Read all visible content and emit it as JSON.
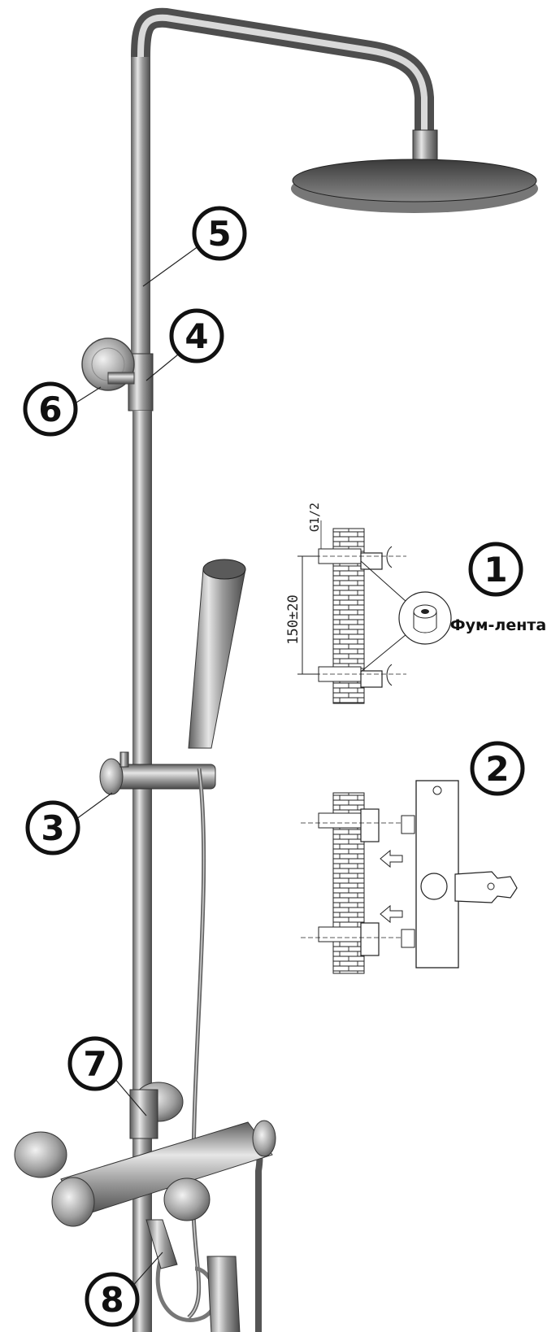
{
  "callouts": [
    {
      "label": "5",
      "part": "rod"
    },
    {
      "label": "4",
      "part": "rod-joint"
    },
    {
      "label": "6",
      "part": "wall-bracket"
    },
    {
      "label": "3",
      "part": "hand-shower-holder"
    },
    {
      "label": "7",
      "part": "rod-to-mixer-joint"
    },
    {
      "label": "8",
      "part": "spout"
    }
  ],
  "step1": {
    "number": "1",
    "thread_label": "G1/2",
    "spacing_label": "150±20",
    "tape_label": "Фум-лента"
  },
  "step2": {
    "number": "2"
  },
  "colors": {
    "chrome_dark": "#6e6e6e",
    "chrome_light": "#d8d8d8",
    "line": "#222222"
  }
}
